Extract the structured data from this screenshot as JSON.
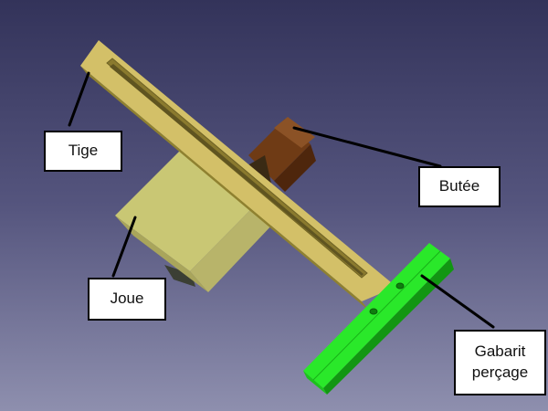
{
  "labels": {
    "tige": "Tige",
    "butee": "Butée",
    "joue": "Joue",
    "gabarit_line1": "Gabarit",
    "gabarit_line2": "perçage"
  },
  "colors": {
    "tige": "#d3c068",
    "tige_dark": "#8f8130",
    "joue": "#c9c774",
    "joue_side": "#b3ae5e",
    "butee": "#6f3b15",
    "gabarit": "#22e622",
    "gabarit_dark": "#129612"
  }
}
